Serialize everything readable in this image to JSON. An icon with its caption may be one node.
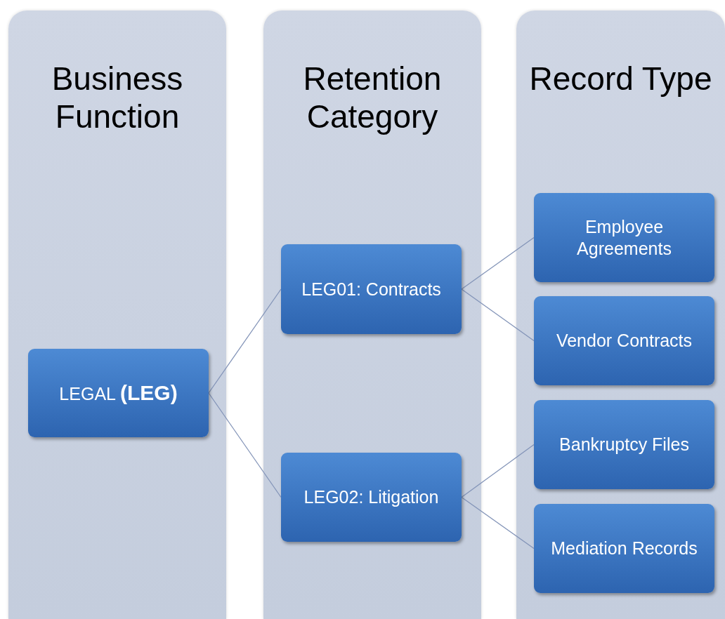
{
  "diagram": {
    "nodes": [
      {
        "text": [
          "Business Function"
        ]
      },
      {
        "text": [
          "Retention Category"
        ]
      },
      {
        "text": [
          "Record Type"
        ]
      },
      {
        "text": [
          "LEGAL **(LEG)**"
        ],
        "in": 0
      },
      {
        "text": [
          "LEG01: Contracts"
        ],
        "in": 1
      },
      {
        "text": [
          "LEG02: Litigation"
        ],
        "in": 1
      },
      {
        "text": [
          "Employee Agreements"
        ],
        "in": 2
      },
      {
        "text": [
          "Vendor Contracts"
        ],
        "in": 2
      },
      {
        "text": [
          "Bankruptcy Files"
        ],
        "in": 2
      },
      {
        "text": [
          "Mediation Records"
        ],
        "in": 2
      }
    ],
    "edges": [
      {
        "from": 3,
        "to": 4,
        "arrow": "none"
      },
      {
        "from": 3,
        "to": 5,
        "arrow": "none"
      },
      {
        "from": 4,
        "to": 6,
        "arrow": "none"
      },
      {
        "from": 4,
        "to": 7,
        "arrow": "none"
      },
      {
        "from": 5,
        "to": 8,
        "arrow": "none"
      },
      {
        "from": 5,
        "to": 9,
        "arrow": "none"
      }
    ]
  }
}
